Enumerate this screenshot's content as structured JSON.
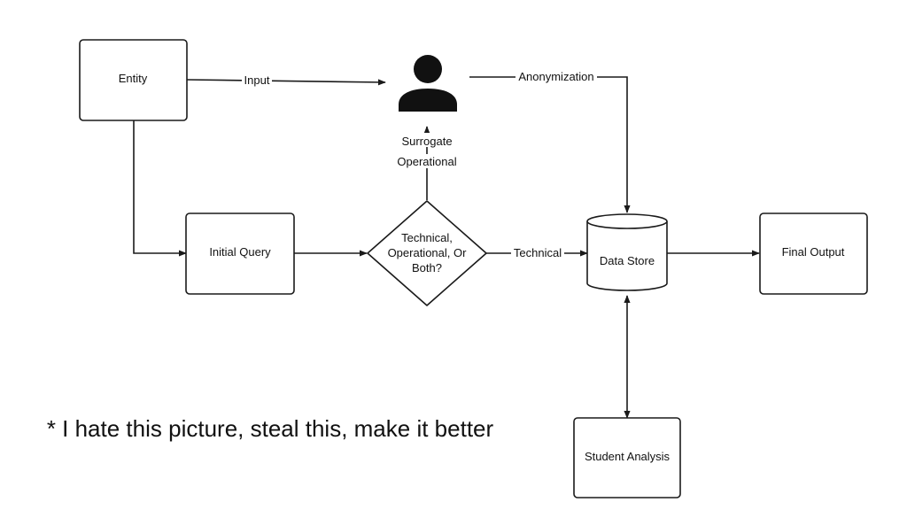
{
  "nodes": {
    "entity": "Entity",
    "initial_query": "Initial Query",
    "decision_line1": "Technical,",
    "decision_line2": "Operational, Or",
    "decision_line3": "Both?",
    "data_store": "Data Store",
    "final_output": "Final Output",
    "student_analysis": "Student Analysis"
  },
  "edges": {
    "input": "Input",
    "anonymization": "Anonymization",
    "surrogate": "Surrogate",
    "operational": "Operational",
    "technical": "Technical"
  },
  "icons": {
    "person": "person-icon"
  },
  "footnote": "* I hate this picture, steal this, make it better"
}
